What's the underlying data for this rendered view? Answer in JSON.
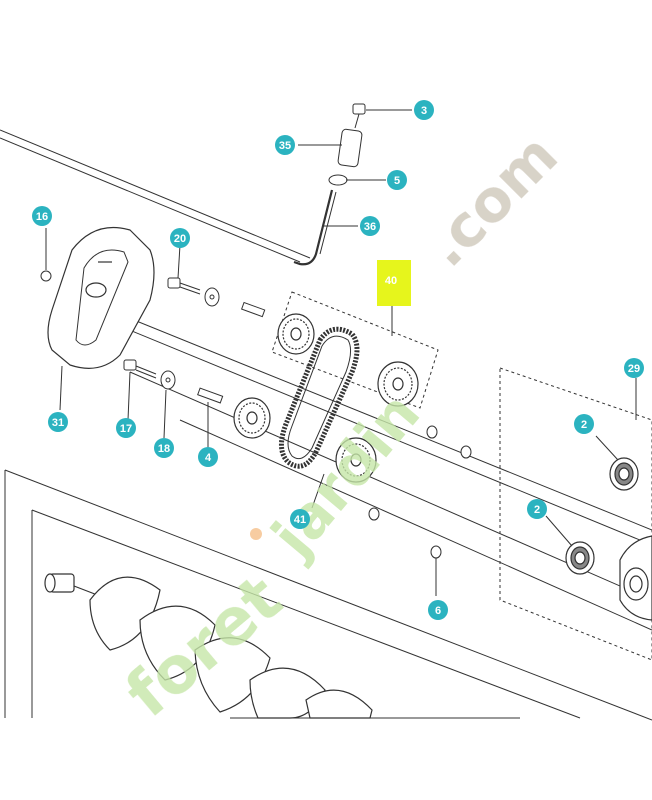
{
  "colors": {
    "callout": "#2bb3c0",
    "highlight": "#e6f51c",
    "line": "#333333",
    "watermark_green": "#c6e6a8",
    "watermark_orange": "#f5c08a",
    "watermark_grey": "#cfc8bb"
  },
  "callouts": {
    "c3": "3",
    "c35": "35",
    "c5": "5",
    "c36": "36",
    "c16": "16",
    "c20": "20",
    "c31": "31",
    "c17": "17",
    "c18": "18",
    "c4": "4",
    "c29": "29",
    "c2a": "2",
    "c2b": "2",
    "c41": "41",
    "c6": "6"
  },
  "highlight_label": "40",
  "watermark": {
    "word1": "foret",
    "word2": "jardin",
    "word3": ".com"
  }
}
